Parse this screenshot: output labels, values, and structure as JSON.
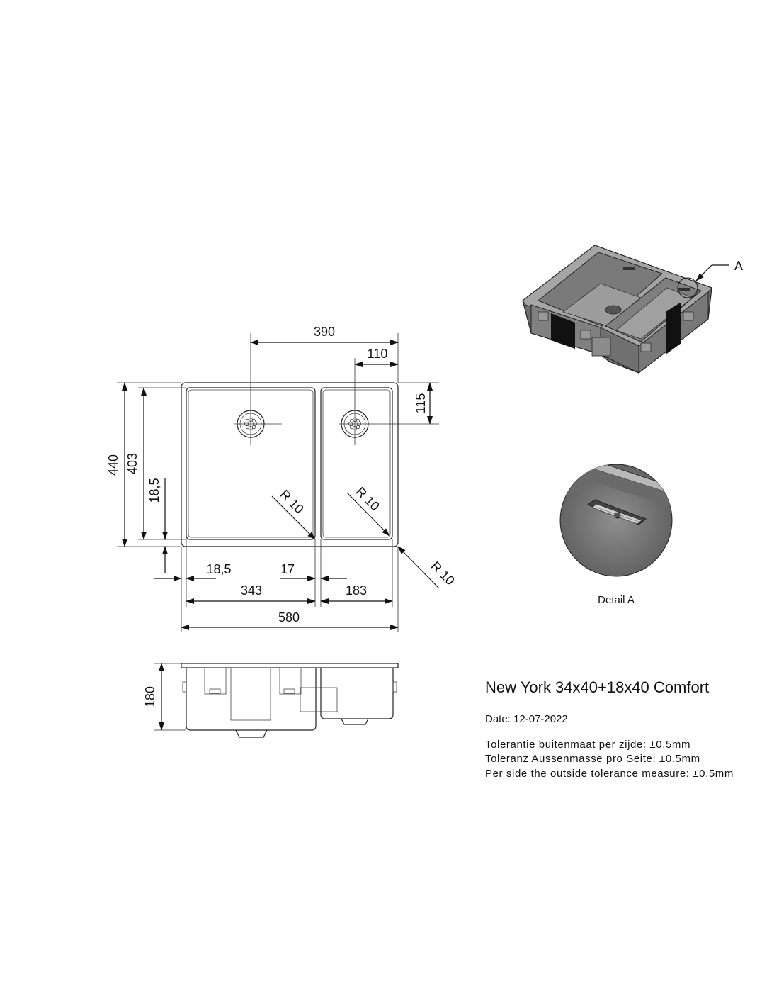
{
  "product": {
    "title": "New York 34x40+18x40 Comfort",
    "date": "Date: 12-07-2022",
    "tolerances": [
      "Tolerantie buitenmaat per zijde: ±0.5mm",
      "Toleranz Aussenmasse pro Seite: ±0.5mm",
      "Per side the outside tolerance measure: ±0.5mm"
    ]
  },
  "dimensions": {
    "d390": "390",
    "d110": "110",
    "d115": "115",
    "d440": "440",
    "d403": "403",
    "d18_5_v": "18,5",
    "d18_5_h": "18,5",
    "d17": "17",
    "d343": "343",
    "d183": "183",
    "d580": "580",
    "d180": "180",
    "r1": "R 10",
    "r2": "R 10",
    "r3": "R 10"
  },
  "detail": {
    "callout": "A",
    "caption": "Detail A"
  },
  "colors": {
    "steel_dark": "#6b6b6b",
    "steel_mid": "#8a8a8a",
    "steel_light": "#b5b5b5"
  }
}
